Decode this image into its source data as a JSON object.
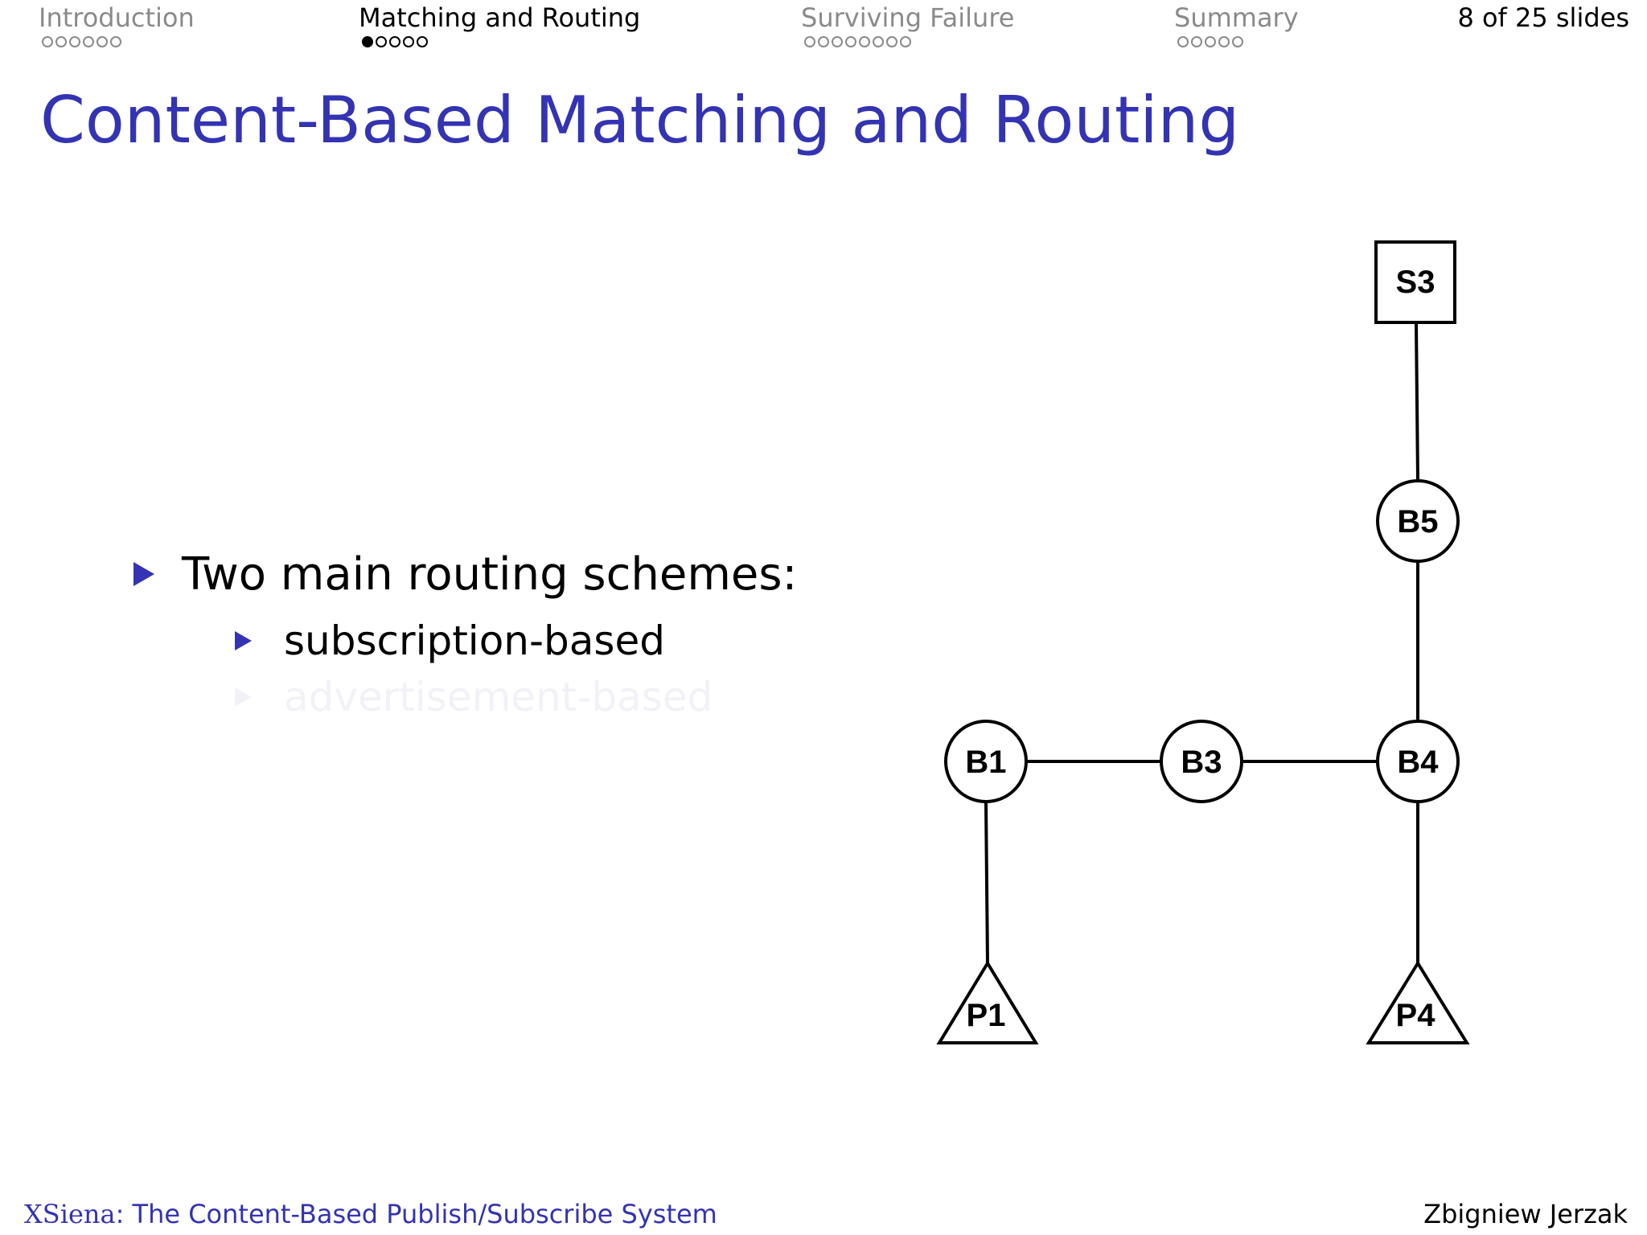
{
  "nav": {
    "sections": [
      {
        "label": "Introduction",
        "dots": 6,
        "filled": 0,
        "active": false
      },
      {
        "label": "Matching and Routing",
        "dots": 5,
        "filled": 1,
        "active": true
      },
      {
        "label": "Surviving Failure",
        "dots": 8,
        "filled": 0,
        "active": false
      },
      {
        "label": "Summary",
        "dots": 5,
        "filled": 0,
        "active": false
      }
    ],
    "counter": "8 of 25 slides"
  },
  "slide": {
    "title": "Content-Based Matching and Routing",
    "bullets": {
      "main": "Two main routing schemes:",
      "sub1": "subscription-based",
      "sub2": "advertisement-based"
    }
  },
  "diagram": {
    "nodes": {
      "s3": "S3",
      "b5": "B5",
      "b1": "B1",
      "b3": "B3",
      "b4": "B4",
      "p1": "P1",
      "p4": "P4"
    }
  },
  "footer": {
    "title_prefix": "XSiena",
    "title_rest": ": The Content-Based Publish/Subscribe System",
    "author": "Zbigniew Jerzak"
  }
}
